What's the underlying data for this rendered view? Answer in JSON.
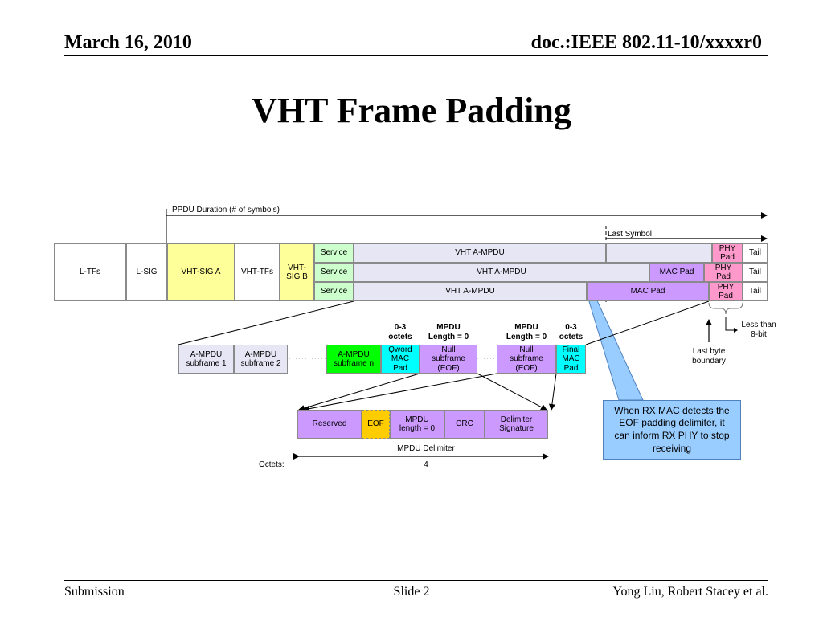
{
  "header": {
    "date": "March 16, 2010",
    "doc": "doc.:IEEE 802.11-10/xxxxr0"
  },
  "title": "VHT Frame Padding",
  "footer": {
    "left": "Submission",
    "center": "Slide 2",
    "right": "Yong Liu, Robert Stacey et al."
  },
  "colors": {
    "yellow": "#ffff99",
    "green_light": "#ccffcc",
    "lavender": "#e6e6f5",
    "purple": "#cc99ff",
    "pink": "#ff99cc",
    "bright_green": "#00ff00",
    "cyan": "#00ffff",
    "gold": "#ffcc00",
    "callout_blue": "#99ccff"
  },
  "ppdu": {
    "duration_label": "PPDU Duration (# of symbols)",
    "last_symbol_label": "Last Symbol",
    "l_tfs": "L-TFs",
    "l_sig": "L-SIG",
    "vht_sig_a": "VHT-SIG A",
    "vht_tfs": "VHT-TFs",
    "vht_sig_b": "VHT-SIG B",
    "rows": [
      {
        "service": "Service",
        "ampdu": "VHT A-MPDU",
        "mac_pad": "",
        "phy_pad": "PHY Pad",
        "tail": "Tail"
      },
      {
        "service": "Service",
        "ampdu": "VHT A-MPDU",
        "mac_pad": "MAC Pad",
        "phy_pad": "PHY Pad",
        "tail": "Tail"
      },
      {
        "service": "Service",
        "ampdu": "VHT A-MPDU",
        "mac_pad": "MAC Pad",
        "phy_pad": "PHY Pad",
        "tail": "Tail"
      }
    ]
  },
  "ampdu": {
    "subframe1": "A-MPDU subframe 1",
    "subframe2": "A-MPDU subframe 2",
    "subframe_n": "A-MPDU subframe n",
    "qword_pad": "Qword MAC Pad",
    "null_sf1": "Null subframe (EOF)",
    "null_sf2": "Null subframe (EOF)",
    "final_pad": "Final MAC Pad",
    "lbl_03_a": "0-3 octets",
    "lbl_mpdu0_a": "MPDU Length = 0",
    "lbl_mpdu0_b": "MPDU Length = 0",
    "lbl_03_b": "0-3 octets"
  },
  "delimiter": {
    "reserved": "Reserved",
    "eof": "EOF",
    "mpdu_length": "MPDU length = 0",
    "crc": "CRC",
    "signature": "Delimiter Signature",
    "caption": "MPDU Delimiter",
    "octets_label": "Octets:",
    "octets_value": "4"
  },
  "annotations": {
    "less_than": "Less than 8-bit",
    "last_byte": "Last byte boundary",
    "callout": "When RX MAC detects the EOF padding delimiter, it can inform RX PHY to stop receiving"
  }
}
